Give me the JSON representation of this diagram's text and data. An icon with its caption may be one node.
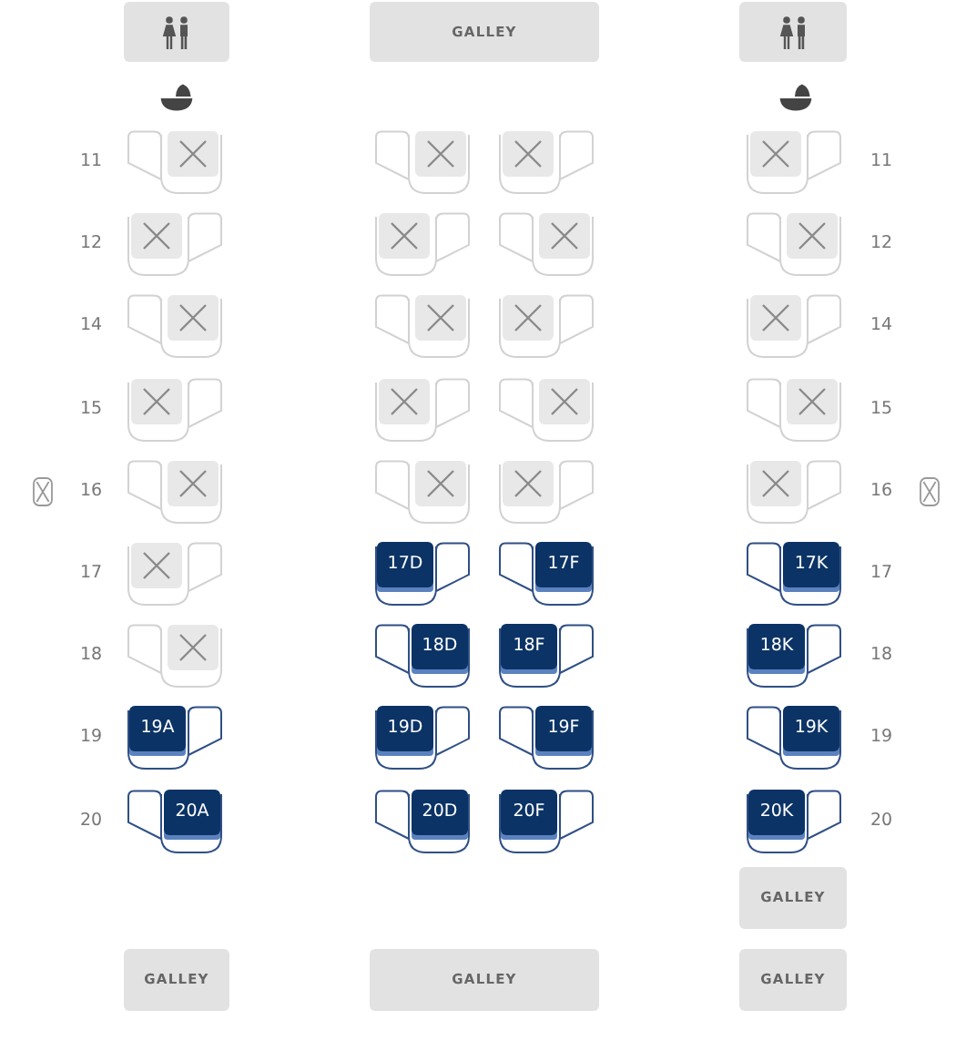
{
  "diagram": {
    "nodes": [
      {
        "text": [],
        "shape": "box"
      },
      {
        "text": [
          "GALLEY"
        ]
      },
      {
        "text": [],
        "shape": "box"
      },
      {
        "text": [],
        "shape": "seat"
      },
      {
        "text": [],
        "shape": "seat"
      },
      {
        "text": [],
        "shape": "seat"
      },
      {
        "text": [],
        "shape": "seat"
      },
      {
        "text": [],
        "shape": "seat"
      },
      {
        "text": [],
        "shape": "seat"
      },
      {
        "text": [],
        "shape": "seat"
      },
      {
        "text": [],
        "shape": "seat"
      },
      {
        "text": [],
        "shape": "seat"
      },
      {
        "text": [],
        "shape": "seat"
      },
      {
        "text": [],
        "shape": "seat"
      },
      {
        "text": [],
        "shape": "seat"
      },
      {
        "text": [],
        "shape": "seat"
      },
      {
        "text": [],
        "shape": "seat"
      },
      {
        "text": [],
        "shape": "seat"
      },
      {
        "text": [],
        "shape": "seat"
      },
      {
        "text": [],
        "shape": "seat"
      },
      {
        "text": [],
        "shape": "seat"
      },
      {
        "text": [],
        "shape": "seat"
      },
      {
        "text": [],
        "shape": "seat"
      },
      {
        "text": [],
        "shape": "seat"
      },
      {
        "text": [
          "17D"
        ]
      },
      {
        "text": [
          "17F"
        ]
      },
      {
        "text": [
          "17K"
        ]
      },
      {
        "text": [],
        "shape": "seat"
      },
      {
        "text": [
          "18D"
        ]
      },
      {
        "text": [
          "18F"
        ]
      },
      {
        "text": [
          "18K"
        ]
      },
      {
        "text": [
          "19A"
        ]
      },
      {
        "text": [
          "19D"
        ]
      },
      {
        "text": [
          "19F"
        ]
      },
      {
        "text": [
          "19K"
        ]
      },
      {
        "text": [
          "20A"
        ]
      },
      {
        "text": [
          "20D"
        ]
      },
      {
        "text": [
          "20F"
        ]
      },
      {
        "text": [
          "20K"
        ]
      },
      {
        "text": [
          "GALLEY"
        ]
      },
      {
        "text": [
          "GALLEY"
        ]
      },
      {
        "text": [
          "GALLEY"
        ]
      },
      {
        "text": [
          "GALLEY"
        ]
      }
    ],
    "labels": [
      "11",
      "11",
      "12",
      "12",
      "14",
      "14",
      "15",
      "15",
      "16",
      "16",
      "17",
      "17",
      "18",
      "18",
      "19",
      "19",
      "20",
      "20"
    ]
  }
}
